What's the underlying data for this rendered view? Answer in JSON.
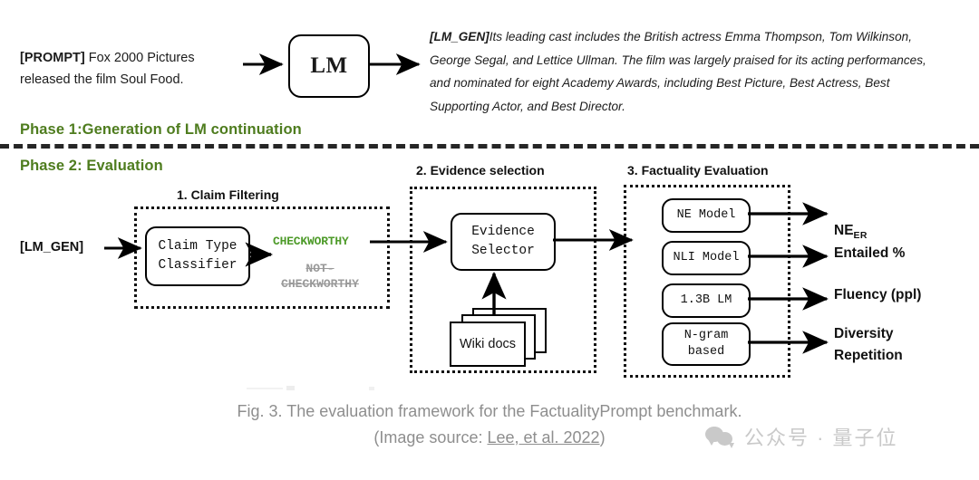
{
  "phase1": {
    "label": "Phase 1:Generation of LM continuation",
    "prompt_tag": "[PROMPT]",
    "prompt_text": " Fox 2000 Pictures released the film Soul Food.",
    "lm_box_label": "LM",
    "generation_tag": "[LM_GEN]",
    "generation_text": "Its leading cast includes the British actress Emma Thompson, Tom Wilkinson, George Segal, and Lettice Ullman. The film was largely praised for its acting performances, and nominated for eight Academy Awards, including Best Picture, Best Actress, Best Supporting Actor, and Best Director."
  },
  "phase2": {
    "label": "Phase 2: Evaluation",
    "input_label": "[LM_GEN]",
    "sections": [
      {
        "heading": "1. Claim Filtering"
      },
      {
        "heading": "2. Evidence selection"
      },
      {
        "heading": "3. Factuality Evaluation"
      }
    ],
    "claim_filtering": {
      "box_line1": "Claim Type",
      "box_line2": "Classifier",
      "accept_label": "CHECKWORTHY",
      "reject_label": "NOT-CHECKWORTHY"
    },
    "evidence_selection": {
      "box_line1": "Evidence",
      "box_line2": "Selector",
      "docs_label": "Wiki docs"
    },
    "factuality_evaluation": {
      "rows": [
        {
          "model": "NE Model",
          "model_line2": "",
          "output": "NE",
          "output_sub": "ER",
          "output_line2": ""
        },
        {
          "model": "NLI Model",
          "model_line2": "",
          "output": "Entailed %",
          "output_sub": "",
          "output_line2": ""
        },
        {
          "model": "1.3B LM",
          "model_line2": "",
          "output": "Fluency (ppl)",
          "output_sub": "",
          "output_line2": ""
        },
        {
          "model": "N-gram",
          "model_line2": "based",
          "output": "Diversity",
          "output_sub": "",
          "output_line2": "Repetition"
        }
      ]
    }
  },
  "caption": {
    "line1": "Fig. 3. The evaluation framework for the FactualityPrompt benchmark.",
    "line2_prefix": "(Image source: ",
    "line2_link": "Lee, et al. 2022",
    "line2_suffix": ")"
  },
  "watermark": {
    "text": "公众号 · 量子位"
  },
  "colors": {
    "phase_green": "#4e7c1e",
    "checkworthy_green": "#4e9b2a",
    "reject_gray": "#9a9a9a",
    "caption_gray": "#8e8e8e",
    "watermark_gray": "#c9c9c9",
    "stroke": "#111111"
  }
}
